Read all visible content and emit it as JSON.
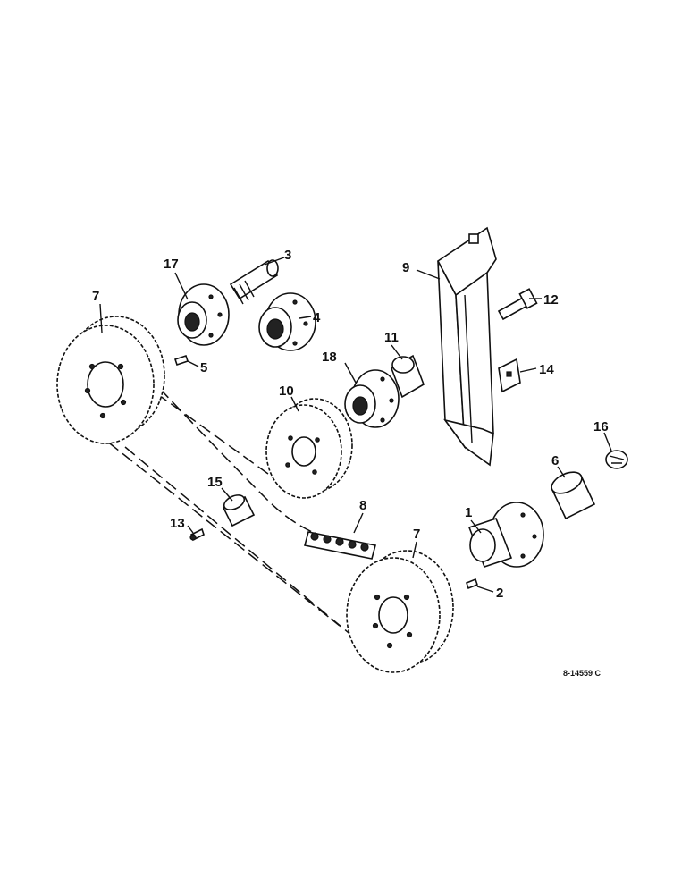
{
  "callouts": {
    "p1": "1",
    "p2": "2",
    "p3": "3",
    "p4": "4",
    "p5": "5",
    "p6": "6",
    "p7a": "7",
    "p7b": "7",
    "p8": "8",
    "p9": "9",
    "p10": "10",
    "p11": "11",
    "p12": "12",
    "p13": "13",
    "p14": "14",
    "p15": "15",
    "p16": "16",
    "p17": "17",
    "p18": "18"
  },
  "drawing_ref": "8-14559 C"
}
